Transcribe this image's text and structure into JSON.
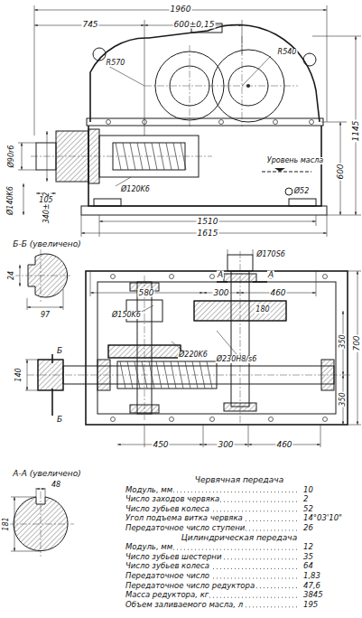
{
  "diagram": {
    "labels": [
      "1960",
      "745",
      "600±0,15",
      "R570",
      "R540",
      "1145",
      "Ø90r6",
      "340±0,2",
      "600",
      "Уровень масла",
      "Ø52",
      "105",
      "Ø120K6",
      "Ø140K6",
      "1510",
      "1615",
      "Б-Б (увеличено)",
      "24",
      "97",
      "Ø170S6",
      "A",
      "A",
      "580",
      "300",
      "460",
      "180",
      "700",
      "350",
      "350",
      "Ø150K6",
      "Ø220K6",
      "Ø230H8/s6",
      "Б",
      "Б",
      "140",
      "450",
      "300",
      "460",
      "А-А (увеличено)",
      "48",
      "181",
      "Червячная передача",
      "Модуль, мм",
      "10",
      "Число заходов червяка",
      "2",
      "Число зубьев колеса",
      "52",
      "Угол подъема витка червяка",
      "14°03'10\"",
      "Передаточное число ступени",
      "26",
      "Цилиндрическая передача",
      "Модуль, мм",
      "12",
      "Число зубьев шестерни",
      "35",
      "Число зубьев колеса",
      "64",
      "Передаточное число",
      "1,83",
      "Передаточное число редуктора",
      "47,6",
      "Масса редуктора, кг",
      "3845",
      "Объем заливаемого масла, л",
      "195"
    ]
  }
}
